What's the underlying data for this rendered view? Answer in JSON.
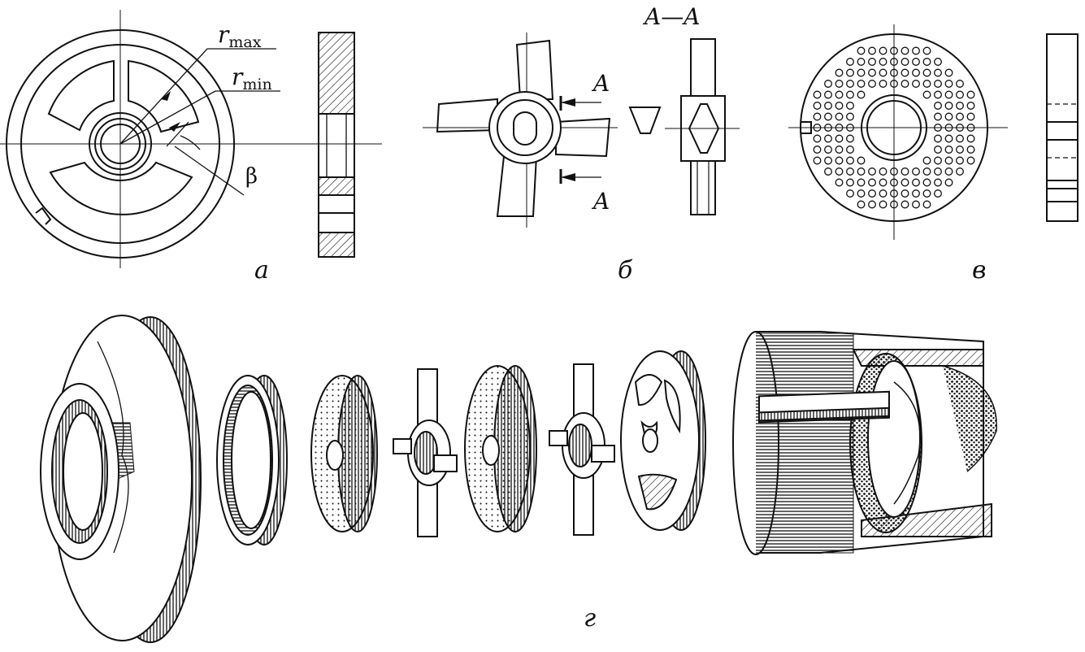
{
  "labels": {
    "fig_a": "а",
    "fig_b": "б",
    "fig_v": "в",
    "fig_g": "г"
  },
  "dimensions": {
    "r": "r",
    "max_sub": "max",
    "min_sub": "min",
    "beta": "β"
  },
  "section": {
    "title": "A—A",
    "arrow_top": "A",
    "arrow_bottom": "A"
  },
  "colors": {
    "ink": "#111111",
    "paper": "#ffffff"
  }
}
